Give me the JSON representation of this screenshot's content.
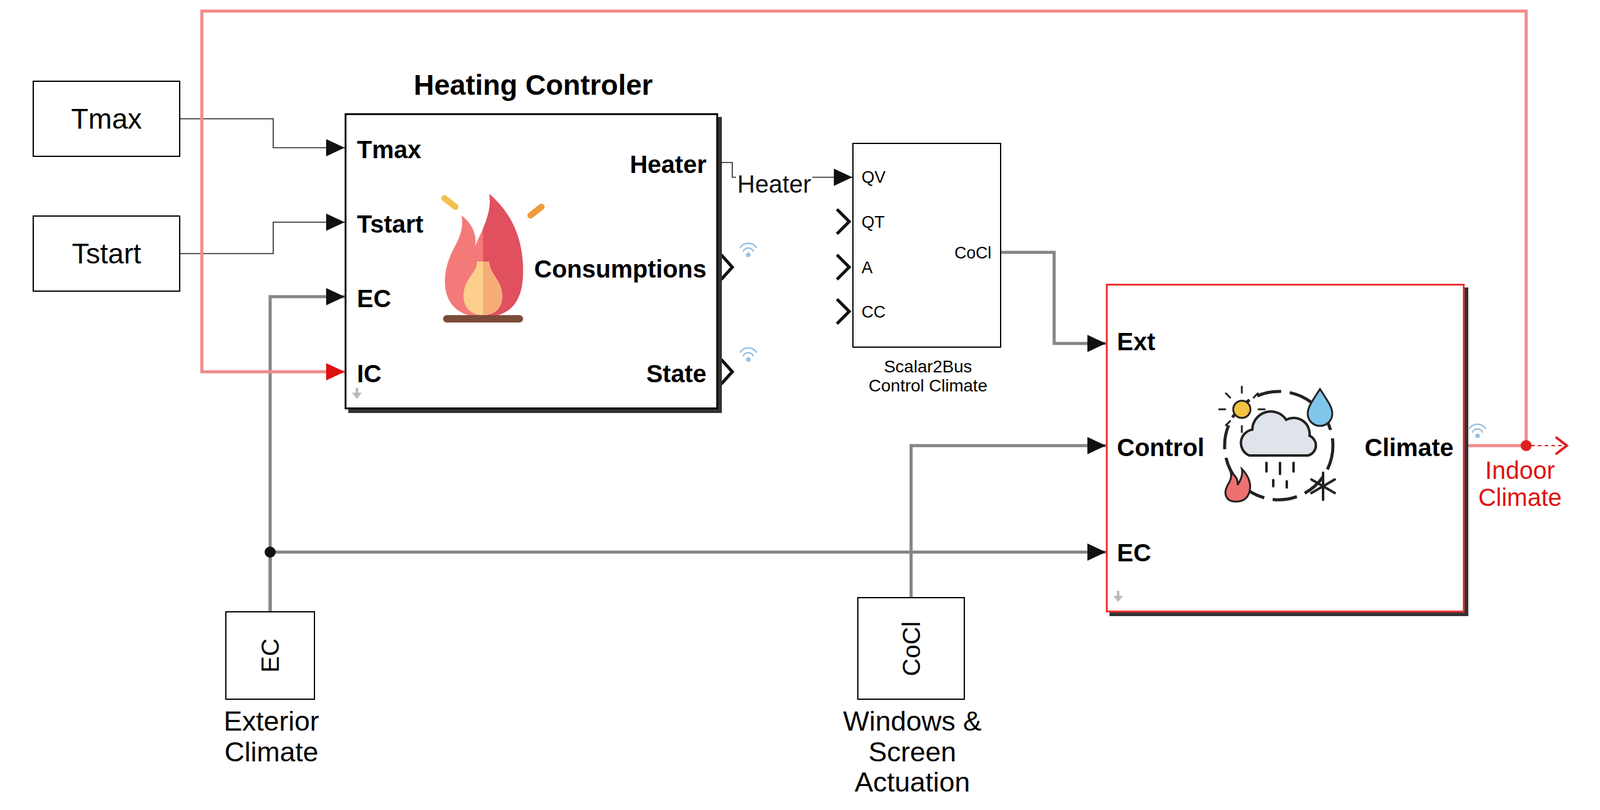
{
  "diagram": {
    "nodes": [
      {
        "text": [
          "Tmax"
        ]
      },
      {
        "text": [
          "Tstart"
        ]
      },
      {
        "text": [
          "Heating Controler",
          "Tmax",
          "Tstart",
          "EC",
          "IC",
          "Heater",
          "Consumptions",
          "State"
        ]
      },
      {
        "text": [
          "QV",
          "QT",
          "A",
          "CC",
          "CoCl",
          "Scalar2Bus Control Climate"
        ]
      },
      {
        "text": [
          "Ext",
          "Control",
          "EC",
          "Climate"
        ]
      },
      {
        "text": [
          "EC",
          "Exterior Climate"
        ]
      },
      {
        "text": [
          "CoCl",
          "Windows & Screen Actuation"
        ]
      }
    ],
    "edges": [
      {
        "from": 0,
        "to": 2,
        "arrow": "to"
      },
      {
        "from": 1,
        "to": 2,
        "arrow": "to"
      },
      {
        "from": 5,
        "to": 2,
        "arrow": "to"
      },
      {
        "from": 4,
        "to": 2,
        "arrow": "to"
      },
      {
        "from": 2,
        "to": 3,
        "label": "Heater",
        "arrow": "to"
      },
      {
        "from": 3,
        "to": 4,
        "arrow": "to"
      },
      {
        "from": 6,
        "to": 4,
        "arrow": "to"
      },
      {
        "from": 5,
        "to": 4,
        "arrow": "to"
      }
    ],
    "labels": [
      "Indoor Climate"
    ]
  }
}
